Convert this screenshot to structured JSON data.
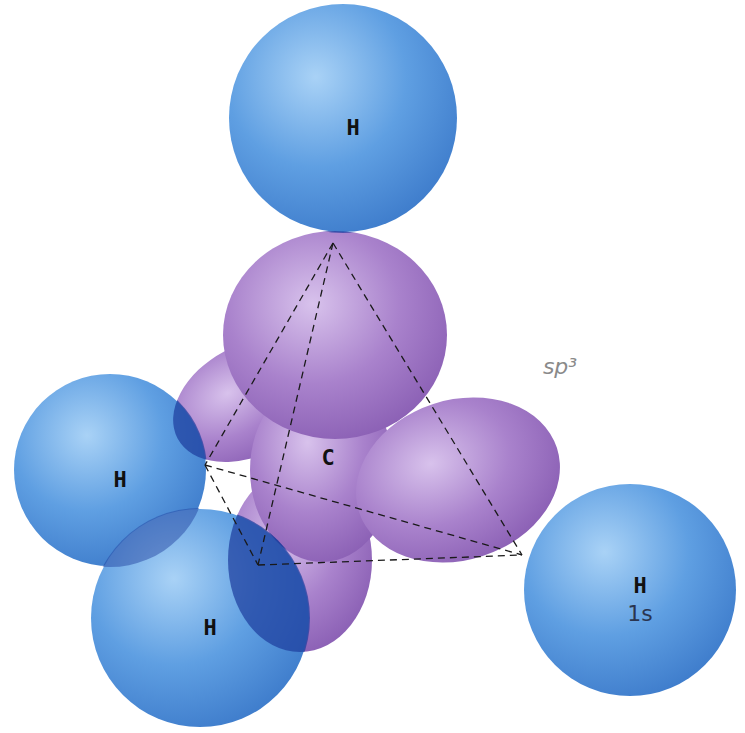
{
  "diagram": {
    "nodes": [
      {
        "text": [
          "H"
        ]
      },
      {
        "text": [
          "H"
        ]
      },
      {
        "text": [
          "H"
        ]
      },
      {
        "text": [
          "H",
          "1s"
        ]
      }
    ],
    "labels": [
      "C",
      "sp³"
    ]
  }
}
